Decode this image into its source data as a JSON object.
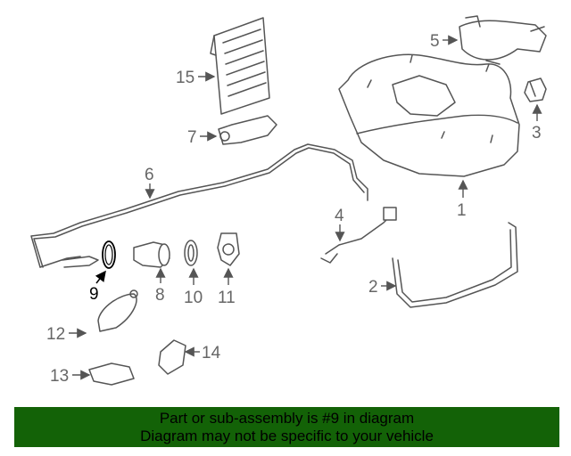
{
  "diagram": {
    "callouts": [
      "1",
      "2",
      "3",
      "4",
      "5",
      "6",
      "7",
      "8",
      "9",
      "10",
      "11",
      "12",
      "13",
      "14",
      "15"
    ],
    "highlighted": "9"
  },
  "banner": {
    "line1": "Part or sub-assembly is #9 in diagram",
    "line2": "Diagram may not be specific to your vehicle",
    "color": "#136207"
  }
}
